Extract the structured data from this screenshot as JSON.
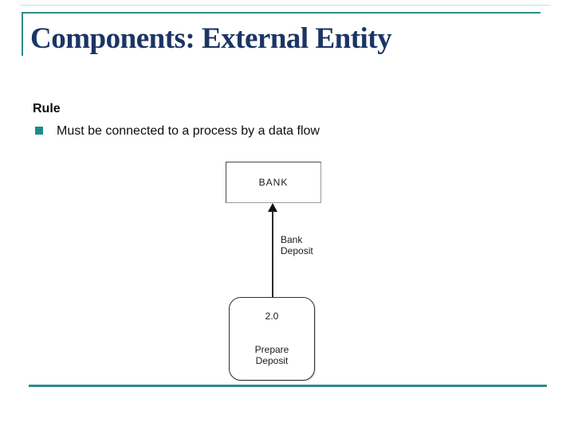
{
  "slide": {
    "title": "Components: External Entity",
    "rule_heading": "Rule",
    "bullet_text": "Must be connected to a process by a data flow"
  },
  "diagram": {
    "external_entity_label": "BANK",
    "data_flow_label": "Bank Deposit",
    "process_number": "2.0",
    "process_name": "Prepare Deposit"
  },
  "colors": {
    "accent_teal": "#2E8B8B",
    "title_navy": "#1B3564",
    "bullet_teal": "#1D8C8C"
  }
}
